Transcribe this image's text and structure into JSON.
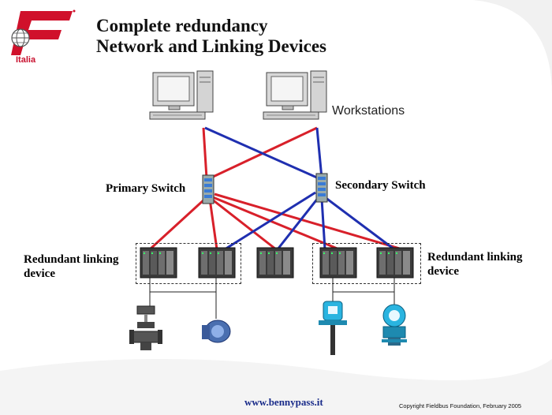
{
  "title": {
    "line1": "Complete redundancy",
    "line2": "Network and Linking Devices"
  },
  "logo": {
    "text": "Italia",
    "icon": "fieldbus-logo-icon",
    "color": "#d0112b"
  },
  "labels": {
    "workstations": "Workstations",
    "primary_switch": "Primary Switch",
    "secondary_switch": "Secondary Switch",
    "left_linking_line1": "Redundant linking",
    "left_linking_line2": "device",
    "right_linking_line1": "Redundant linking",
    "right_linking_line2": "device"
  },
  "footer": {
    "url": "www.bennypass.it",
    "copyright": "Copyright Fieldbus Foundation, February 2005"
  },
  "colors": {
    "primary_link": "#d8202a",
    "secondary_link": "#1f2fb0"
  },
  "devices": {
    "field_left": [
      "control-valve-icon",
      "flow-meter-icon"
    ],
    "field_right": [
      "pressure-transmitter-icon",
      "temperature-transmitter-icon"
    ]
  }
}
